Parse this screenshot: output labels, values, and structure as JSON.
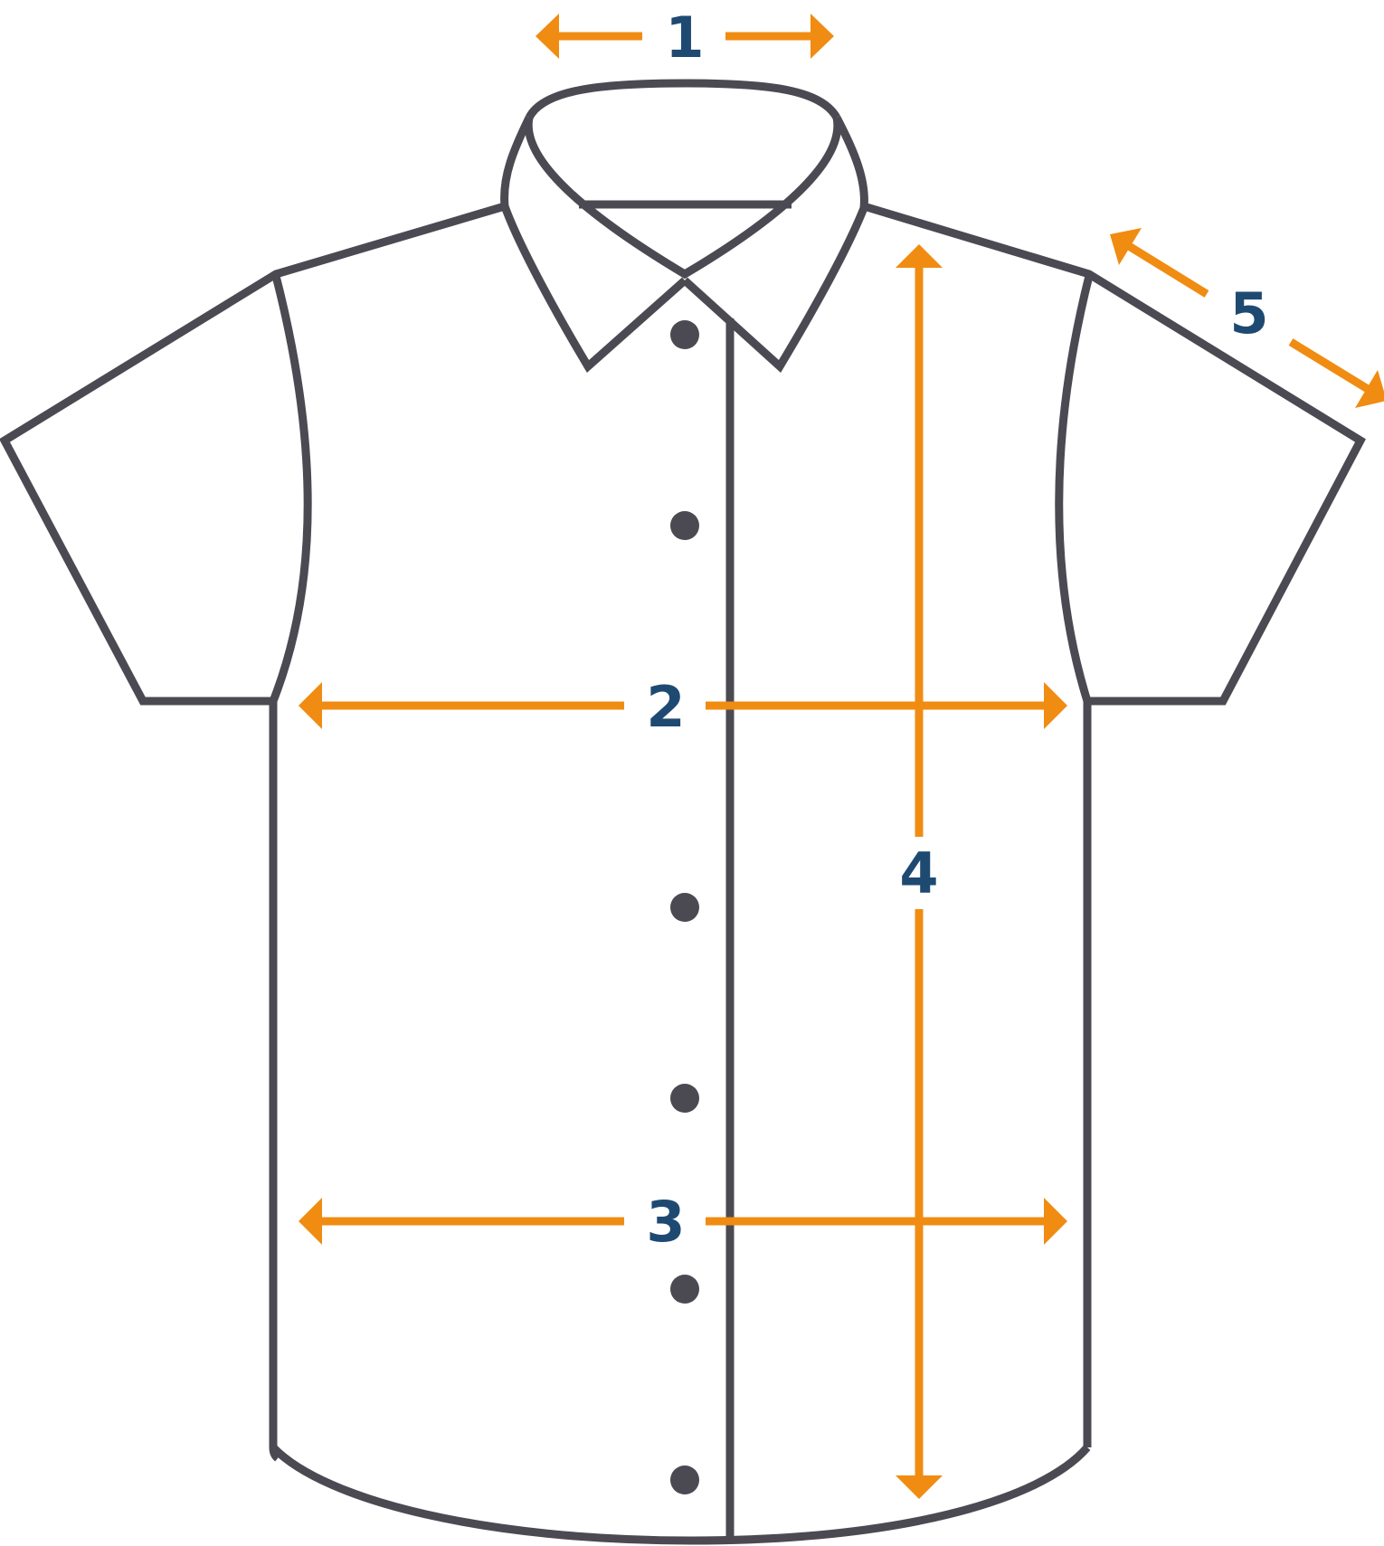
{
  "colors": {
    "outline": "#4b4a52",
    "arrow": "#f08c12",
    "label": "#1e4a72",
    "background": "#ffffff"
  },
  "labels": {
    "m1": "1",
    "m2": "2",
    "m3": "3",
    "m4": "4",
    "m5": "5"
  }
}
